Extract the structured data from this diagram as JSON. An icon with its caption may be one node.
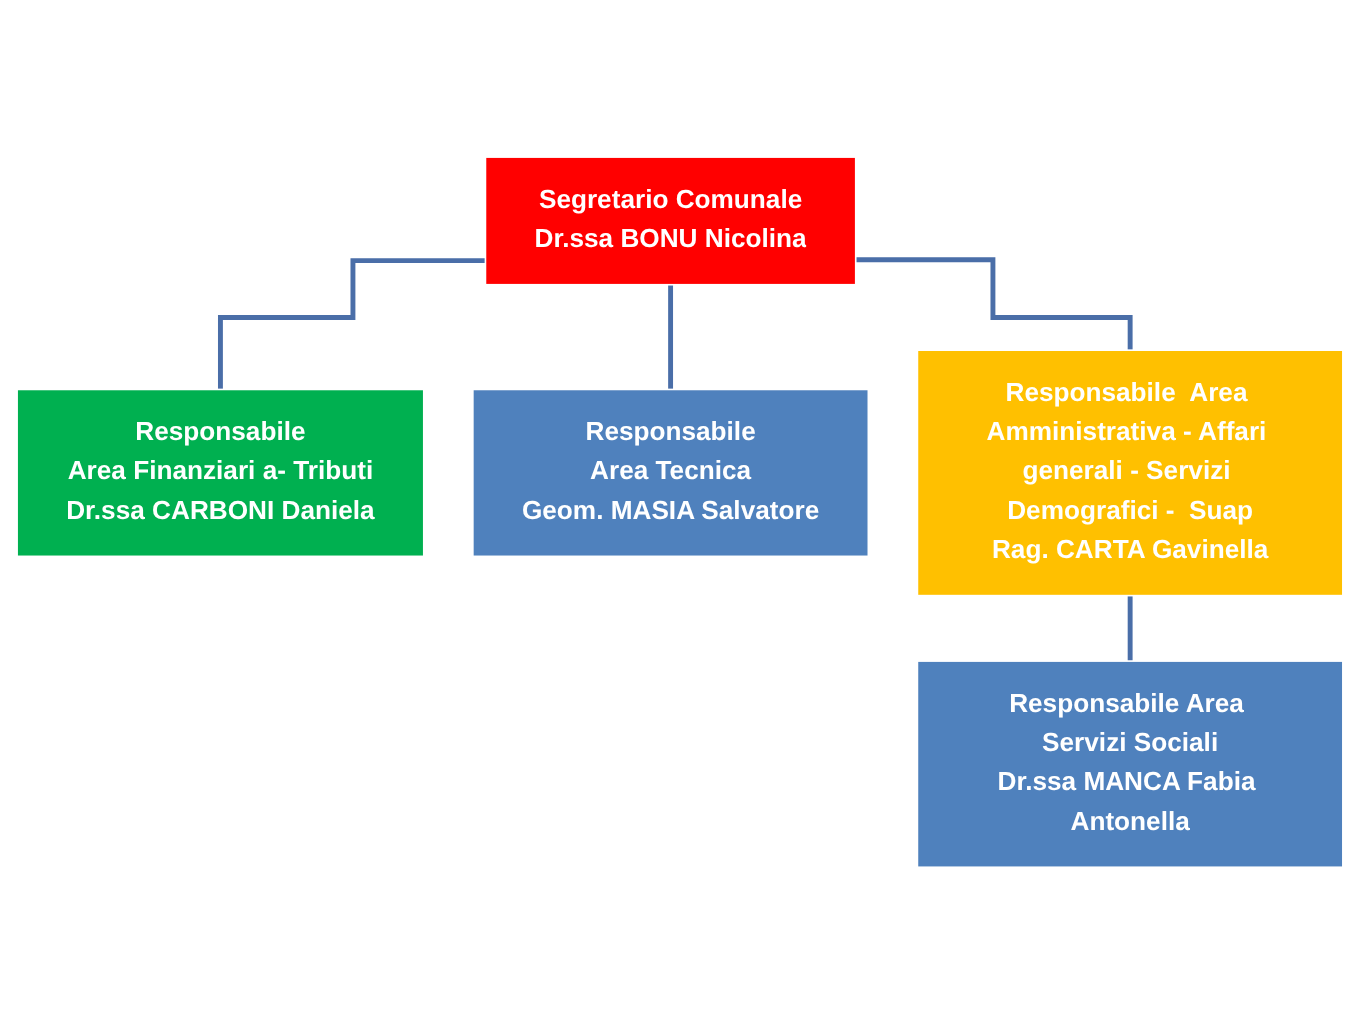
{
  "diagram": {
    "nodes": [
      {
        "text": [
          "Segretario Comunale",
          "Dr.ssa BONU Nicolina"
        ]
      },
      {
        "text": [
          "Responsabile",
          "Area Finanziari a- Tributi",
          "Dr.ssa CARBONI Daniela"
        ]
      },
      {
        "text": [
          "Responsabile",
          "Area Tecnica",
          "Geom. MASIA Salvatore"
        ]
      },
      {
        "text": [
          "Responsabile  Area Amministrativa - Affari generali - Servizi Demografici -  Suap",
          "Rag. CARTA Gavinella"
        ]
      },
      {
        "text": [
          "Responsabile Area Servizi Sociali",
          "Dr.ssa MANCA Fabia Antonella"
        ]
      }
    ],
    "edges": [
      {
        "from": 0,
        "to": 1,
        "arrow": "none"
      },
      {
        "from": 0,
        "to": 2,
        "arrow": "none"
      },
      {
        "from": 0,
        "to": 3,
        "arrow": "none"
      },
      {
        "from": 3,
        "to": 4,
        "arrow": "none"
      }
    ]
  }
}
